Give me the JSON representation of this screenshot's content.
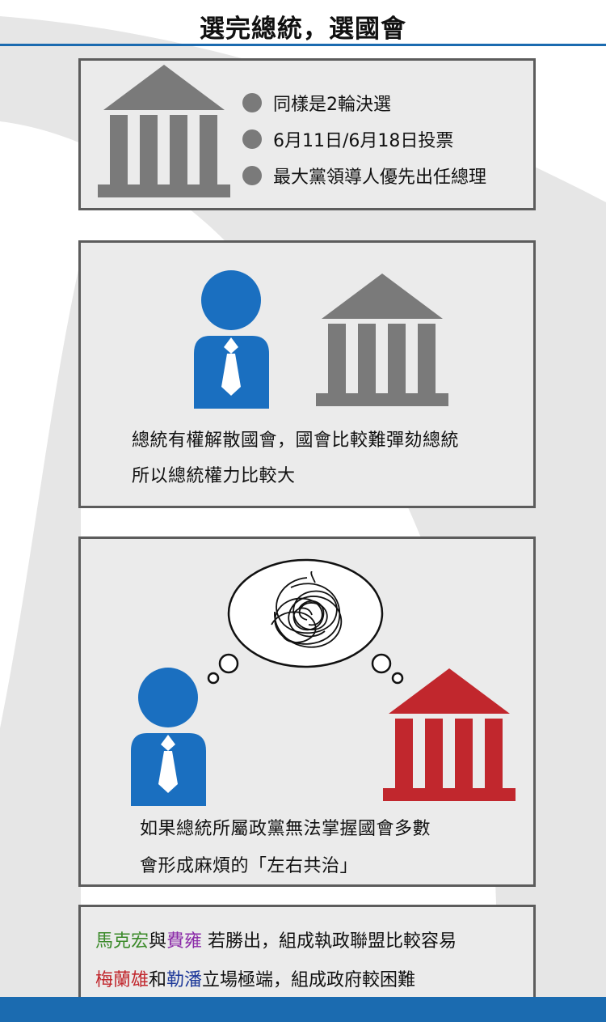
{
  "title": "選完總統，選國會",
  "section1": {
    "bullets": [
      "同樣是2輪決選",
      "6月11日/6月18日投票",
      "最大黨領導人優先出任總理"
    ]
  },
  "section2": {
    "lines": [
      "總統有權解散國會，國會比較難彈劾總統",
      "所以總統權力比較大"
    ]
  },
  "section3": {
    "lines": [
      "如果總統所屬政黨無法掌握國會多數",
      "會形成麻煩的「左右共治」"
    ]
  },
  "section4": {
    "line1": {
      "name_a": "馬克宏",
      "conj_a": "與",
      "name_b": "費雍",
      "rest": " 若勝出，組成執政聯盟比較容易"
    },
    "line2": {
      "name_a": "梅蘭雄",
      "conj_a": "和",
      "name_b": "勒潘",
      "rest": "立場極端，組成政府較困難"
    }
  },
  "colors": {
    "accent_blue": "#1b6bb0",
    "person_blue": "#1a6fc0",
    "building_gray": "#7a7a7a",
    "building_red": "#c1272d",
    "name_green": "#3b8a2a",
    "name_purple": "#8b2aa8",
    "name_red": "#c1272d",
    "name_navy": "#1f3a9a"
  },
  "icons": [
    "parliament-building-icon",
    "person-icon",
    "thought-bubble-icon",
    "scribble-icon"
  ]
}
